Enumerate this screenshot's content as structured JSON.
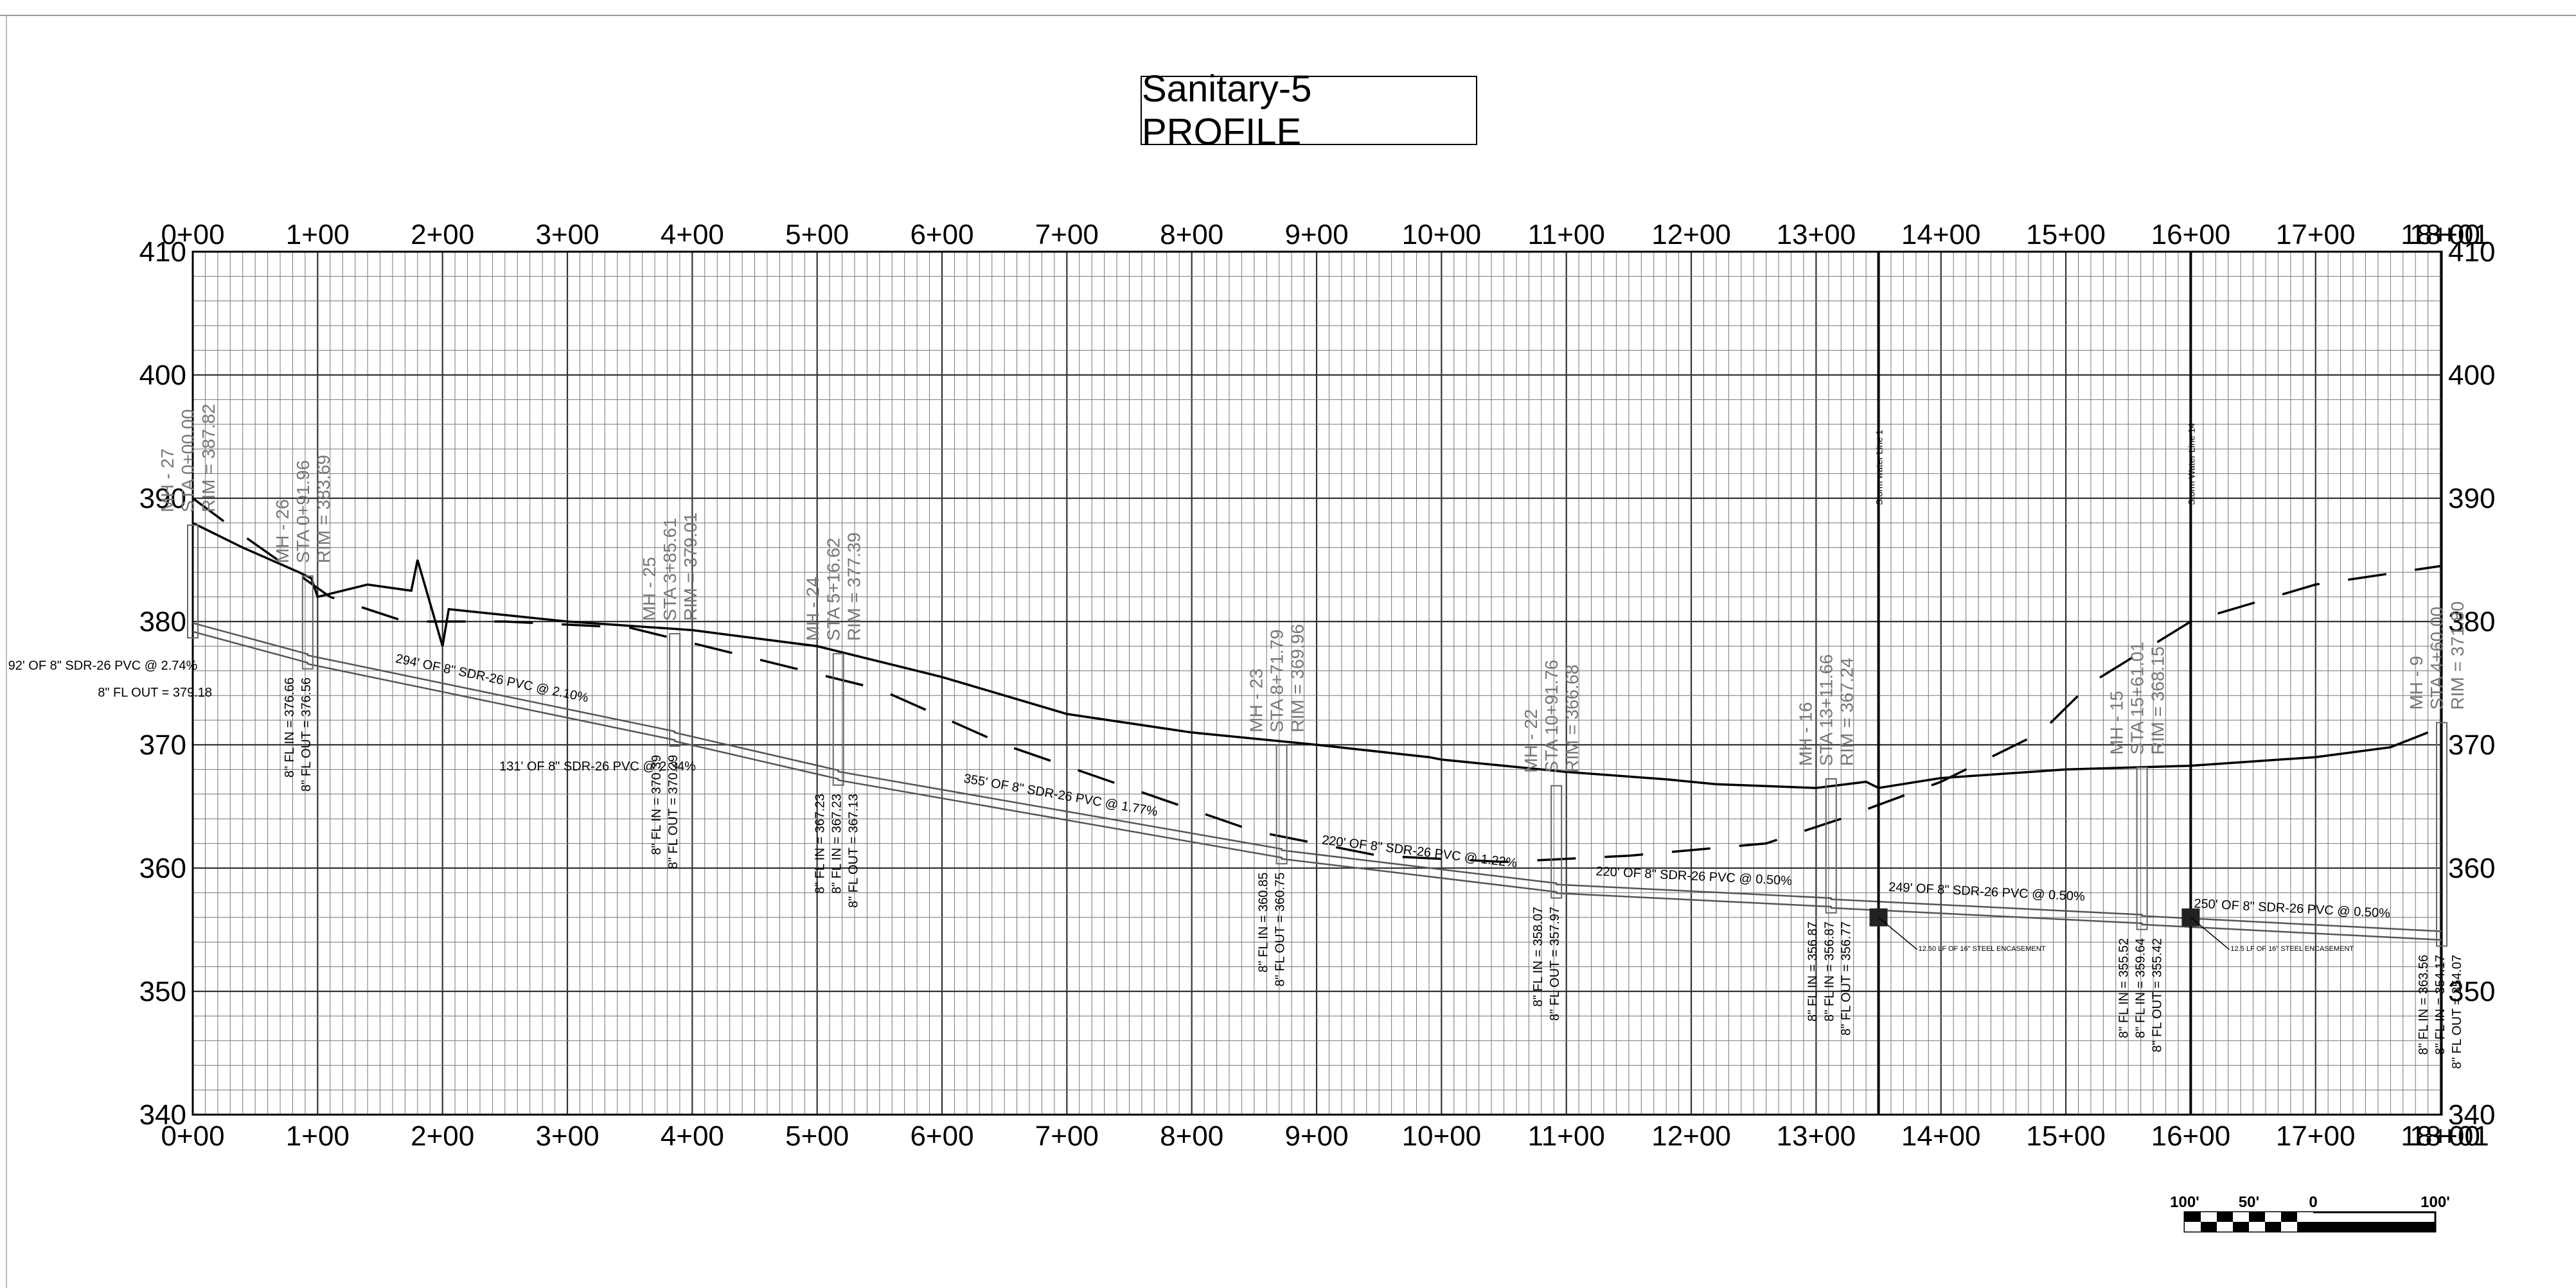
{
  "title": "Sanitary-5 PROFILE",
  "chart_data": {
    "type": "profile",
    "title": "Sanitary-5 PROFILE",
    "x_ticks": [
      "0+00",
      "1+00",
      "2+00",
      "3+00",
      "4+00",
      "5+00",
      "6+00",
      "7+00",
      "8+00",
      "9+00",
      "10+00",
      "11+00",
      "12+00",
      "13+00",
      "14+00",
      "15+00",
      "16+00",
      "17+00",
      "18+00",
      "18+01"
    ],
    "y_ticks": [
      340,
      350,
      360,
      370,
      380,
      390,
      400,
      410
    ],
    "x_range": [
      0,
      1801
    ],
    "y_range": [
      340,
      410
    ],
    "grid": true,
    "existing_ground": [
      [
        0,
        388
      ],
      [
        40,
        386
      ],
      [
        85,
        384
      ],
      [
        95,
        383.5
      ],
      [
        100,
        382
      ],
      [
        140,
        383
      ],
      [
        175,
        382.5
      ],
      [
        180,
        385
      ],
      [
        200,
        378
      ],
      [
        205,
        381
      ],
      [
        300,
        380
      ],
      [
        400,
        379.3
      ],
      [
        500,
        378
      ],
      [
        600,
        375.5
      ],
      [
        700,
        372.5
      ],
      [
        800,
        371
      ],
      [
        900,
        370
      ],
      [
        990,
        369
      ],
      [
        1000,
        368.8
      ],
      [
        1050,
        368.3
      ],
      [
        1100,
        367.8
      ],
      [
        1180,
        367.2
      ],
      [
        1220,
        366.8
      ],
      [
        1300,
        366.5
      ],
      [
        1340,
        367
      ],
      [
        1350,
        366.5
      ],
      [
        1400,
        367.3
      ],
      [
        1500,
        368
      ],
      [
        1600,
        368.3
      ],
      [
        1700,
        369
      ],
      [
        1760,
        369.8
      ],
      [
        1790,
        371
      ]
    ],
    "proposed_grade": [
      [
        0,
        390
      ],
      [
        40,
        387
      ],
      [
        110,
        382
      ],
      [
        170,
        380
      ],
      [
        250,
        380
      ],
      [
        350,
        379.5
      ],
      [
        450,
        377
      ],
      [
        550,
        374.5
      ],
      [
        650,
        370
      ],
      [
        750,
        366.5
      ],
      [
        850,
        363
      ],
      [
        950,
        361
      ],
      [
        1050,
        360.5
      ],
      [
        1150,
        361
      ],
      [
        1260,
        362
      ],
      [
        1320,
        364
      ],
      [
        1400,
        367
      ],
      [
        1480,
        371
      ],
      [
        1520,
        375
      ],
      [
        1600,
        380
      ],
      [
        1700,
        383
      ],
      [
        1800,
        384.5
      ]
    ],
    "pipe_segments": [
      {
        "from": 0,
        "to": 92,
        "label": "92' OF 8\" SDR-26 PVC @ 2.74%",
        "fl_out": 379.18,
        "fl_in": 376.66
      },
      {
        "from": 92,
        "to": 386,
        "label": "294' OF 8\" SDR-26 PVC @ 2.10%",
        "fl_out": 376.56,
        "fl_in": 370.39
      },
      {
        "from": 386,
        "to": 517,
        "label": "131' OF 8\" SDR-26 PVC @ 2.34%",
        "fl_out": 370.29,
        "fl_in": 367.23
      },
      {
        "from": 517,
        "to": 872,
        "label": "355' OF 8\" SDR-26 PVC @ 1.77%",
        "fl_out": 367.13,
        "fl_in": 360.85
      },
      {
        "from": 872,
        "to": 1092,
        "label": "220' OF 8\" SDR-26 PVC @ 1.22%",
        "fl_out": 360.75,
        "fl_in": 358.07
      },
      {
        "from": 1092,
        "to": 1312,
        "label": "220' OF 8\" SDR-26 PVC @ 0.50%",
        "fl_out": 357.97,
        "fl_in": 356.87
      },
      {
        "from": 1312,
        "to": 1561,
        "label": "249' OF 8\" SDR-26 PVC @ 0.50%",
        "fl_out": 356.77,
        "fl_in": 355.52
      },
      {
        "from": 1561,
        "to": 1801,
        "label": "250' OF 8\" SDR-26 PVC @ 0.50%",
        "fl_out": 355.42,
        "fl_in": 354.17
      }
    ]
  },
  "manholes": [
    {
      "sta": 0,
      "rim": 387.82,
      "lines": [
        "MH - 27",
        "STA 0+00.00",
        "RIM = 387.82"
      ],
      "fl": []
    },
    {
      "sta": 92,
      "rim": 383.69,
      "lines": [
        "MH - 26",
        "STA 0+91.96",
        "RIM = 383.69"
      ],
      "fl": [
        "8\" FL IN = 376.66",
        "8\" FL OUT = 376.56"
      ]
    },
    {
      "sta": 386,
      "rim": 379.01,
      "lines": [
        "MH - 25",
        "STA 3+85.61",
        "RIM = 379.01"
      ],
      "fl": [
        "8\" FL IN = 370.39",
        "8\" FL OUT = 370.29"
      ]
    },
    {
      "sta": 517,
      "rim": 377.39,
      "lines": [
        "MH - 24",
        "STA 5+16.62",
        "RIM = 377.39"
      ],
      "fl": [
        "8\" FL IN = 367.23",
        "8\" FL IN = 367.23",
        "8\" FL OUT = 367.13"
      ]
    },
    {
      "sta": 872,
      "rim": 369.96,
      "lines": [
        "MH - 23",
        "STA 8+71.79",
        "RIM = 369.96"
      ],
      "fl": [
        "8\" FL IN = 360.85",
        "8\" FL OUT = 360.75"
      ]
    },
    {
      "sta": 1092,
      "rim": 366.68,
      "lines": [
        "MH - 22",
        "STA 10+91.76",
        "RIM = 366.68"
      ],
      "fl": [
        "8\" FL IN = 358.07",
        "8\" FL OUT = 357.97"
      ]
    },
    {
      "sta": 1312,
      "rim": 367.24,
      "lines": [
        "MH - 16",
        "STA 13+11.66",
        "RIM = 367.24"
      ],
      "fl": [
        "8\" FL IN = 356.87",
        "8\" FL IN = 356.87",
        "8\" FL OUT = 356.77"
      ]
    },
    {
      "sta": 1561,
      "rim": 368.15,
      "lines": [
        "MH - 15",
        "STA 15+61.01",
        "RIM = 368.15"
      ],
      "fl": [
        "8\" FL IN = 355.52",
        "8\" FL IN = 359.64",
        "8\" FL OUT = 355.42"
      ]
    },
    {
      "sta": 1801,
      "rim": 371.8,
      "lines": [
        "MH - 9",
        "STA 4+60.00",
        "RIM = 371.80"
      ],
      "fl": [
        "8\" FL IN = 363.56",
        "8\" FL IN = 354.17",
        "8\" FL OUT = 354.07"
      ]
    }
  ],
  "first_fl_out": "8\" FL OUT = 379.18",
  "storm_crossings": [
    {
      "sta": 1350,
      "label": "Storm water Line 1",
      "encasement": "12.50 LF OF 16\" STEEL ENCASEMENT"
    },
    {
      "sta": 1600,
      "label": "Storm Water Line 14",
      "encasement": "12.5 LF OF 16\" STEEL ENCASEMENT"
    }
  ],
  "scale_bar": {
    "labels": [
      "100'",
      "50'",
      "0",
      "100'"
    ]
  }
}
